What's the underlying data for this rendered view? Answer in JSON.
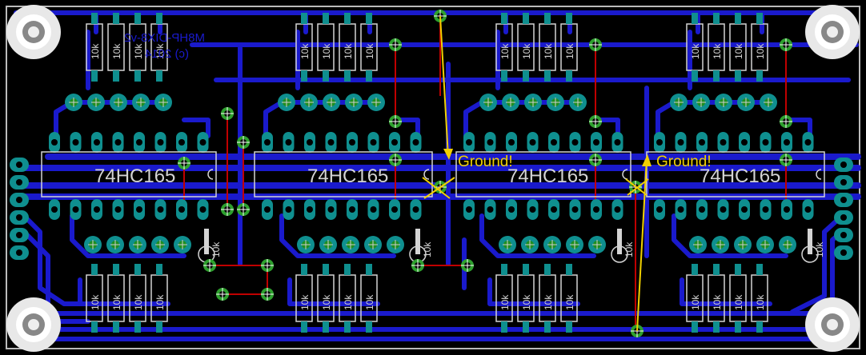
{
  "board": {
    "chips": [
      {
        "label": "74HC165"
      },
      {
        "label": "74HC165"
      },
      {
        "label": "74HC165"
      },
      {
        "label": "74HC165"
      }
    ],
    "resistor_label": "10k",
    "mirrored_text_line1": "M8HP-DIX8-v2",
    "mirrored_text_line2": "(c) 2014",
    "annotations": [
      {
        "text": "Ground!"
      },
      {
        "text": "Ground!"
      }
    ]
  },
  "colors": {
    "background": "#000000",
    "copper_bottom": "#1a1acc",
    "pad": "#0f8f8f",
    "pad_hole": "#1f8f1f",
    "silk": "#d4d4d4",
    "air_wire": "#c00000",
    "annotation": "#f0d000",
    "via_ring": "#2ea02e"
  },
  "icons": [
    "mounting-hole-icon",
    "via-icon",
    "pad-icon",
    "resistor-icon",
    "arrow-icon"
  ]
}
